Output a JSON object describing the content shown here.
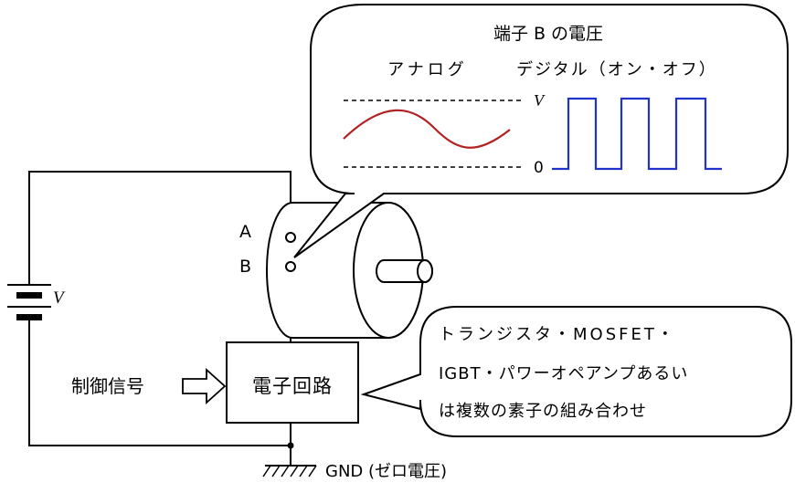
{
  "callout_top": {
    "title": "端子 B の電圧",
    "analog_label": "アナログ",
    "digital_label": "デジタル（オン・オフ）",
    "level_high": "V",
    "level_zero": "0"
  },
  "circuit": {
    "battery_label": "V",
    "terminal_a": "A",
    "terminal_b": "B",
    "control_signal": "制御信号",
    "electronic_circuit": "電子回路",
    "ground": "GND (ゼロ電圧)"
  },
  "callout_bottom": {
    "line1": "トランジスタ・MOSFET・",
    "line2": "IGBT・パワーオペアンプあるい",
    "line3": "は複数の素子の組み合わせ"
  },
  "colors": {
    "analog_wave": "#b22222",
    "digital_wave": "#2233cc",
    "stroke": "#000000"
  }
}
